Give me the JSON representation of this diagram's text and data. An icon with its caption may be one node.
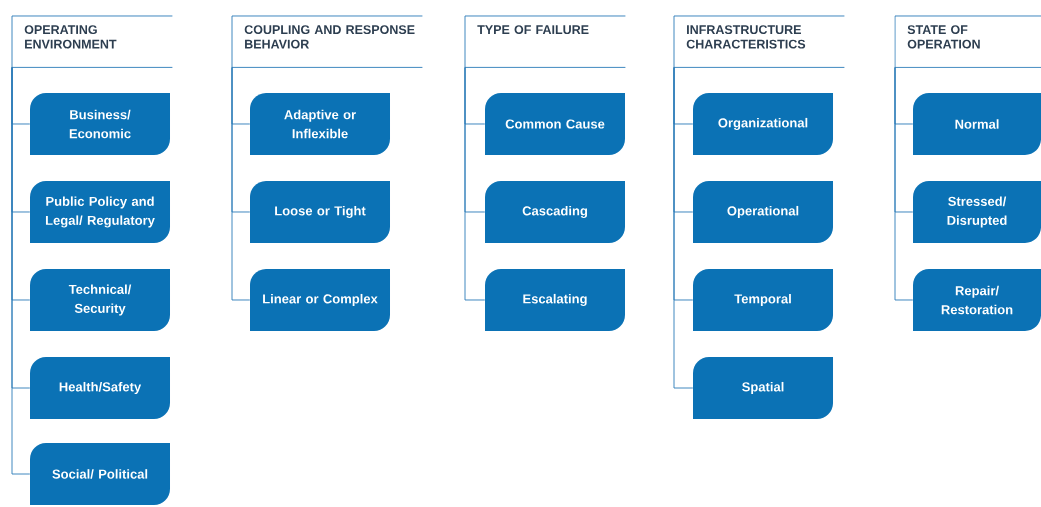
{
  "diagram": {
    "nodes": [
      {
        "text": [
          "OPERATING ENVIRONMENT"
        ]
      },
      {
        "text": [
          "Business/ Economic"
        ]
      },
      {
        "text": [
          "Public Policy and Legal/ Regulatory"
        ]
      },
      {
        "text": [
          "Technical/ Security"
        ]
      },
      {
        "text": [
          "Health/Safety"
        ]
      },
      {
        "text": [
          "Social/ Political"
        ]
      },
      {
        "text": [
          "COUPLING AND RESPONSE BEHAVIOR"
        ]
      },
      {
        "text": [
          "Adaptive or Inflexible"
        ]
      },
      {
        "text": [
          "Loose or Tight"
        ]
      },
      {
        "text": [
          "Linear or Complex"
        ]
      },
      {
        "text": [
          "TYPE OF FAILURE"
        ]
      },
      {
        "text": [
          "Common Cause"
        ]
      },
      {
        "text": [
          "Cascading"
        ]
      },
      {
        "text": [
          "Escalating"
        ]
      },
      {
        "text": [
          "INFRASTRUCTURE CHARACTERISTICS"
        ]
      },
      {
        "text": [
          "Organizational"
        ]
      },
      {
        "text": [
          "Operational"
        ]
      },
      {
        "text": [
          "Temporal"
        ]
      },
      {
        "text": [
          "Spatial"
        ]
      },
      {
        "text": [
          "STATE OF OPERATION"
        ]
      },
      {
        "text": [
          "Normal"
        ]
      },
      {
        "text": [
          "Stressed/ Disrupted"
        ]
      },
      {
        "text": [
          "Repair/ Restoration"
        ]
      }
    ],
    "edges": [
      {
        "from": 0,
        "to": 1,
        "arrow": "none"
      },
      {
        "from": 0,
        "to": 2,
        "arrow": "none"
      },
      {
        "from": 0,
        "to": 3,
        "arrow": "none"
      },
      {
        "from": 0,
        "to": 4,
        "arrow": "none"
      },
      {
        "from": 0,
        "to": 5,
        "arrow": "none"
      },
      {
        "from": 6,
        "to": 7,
        "arrow": "none"
      },
      {
        "from": 6,
        "to": 8,
        "arrow": "none"
      },
      {
        "from": 6,
        "to": 9,
        "arrow": "none"
      },
      {
        "from": 10,
        "to": 11,
        "arrow": "none"
      },
      {
        "from": 10,
        "to": 12,
        "arrow": "none"
      },
      {
        "from": 10,
        "to": 13,
        "arrow": "none"
      },
      {
        "from": 14,
        "to": 15,
        "arrow": "none"
      },
      {
        "from": 14,
        "to": 16,
        "arrow": "none"
      },
      {
        "from": 14,
        "to": 17,
        "arrow": "none"
      },
      {
        "from": 14,
        "to": 18,
        "arrow": "none"
      },
      {
        "from": 19,
        "to": 20,
        "arrow": "none"
      },
      {
        "from": 19,
        "to": 21,
        "arrow": "none"
      },
      {
        "from": 19,
        "to": 22,
        "arrow": "none"
      }
    ]
  }
}
